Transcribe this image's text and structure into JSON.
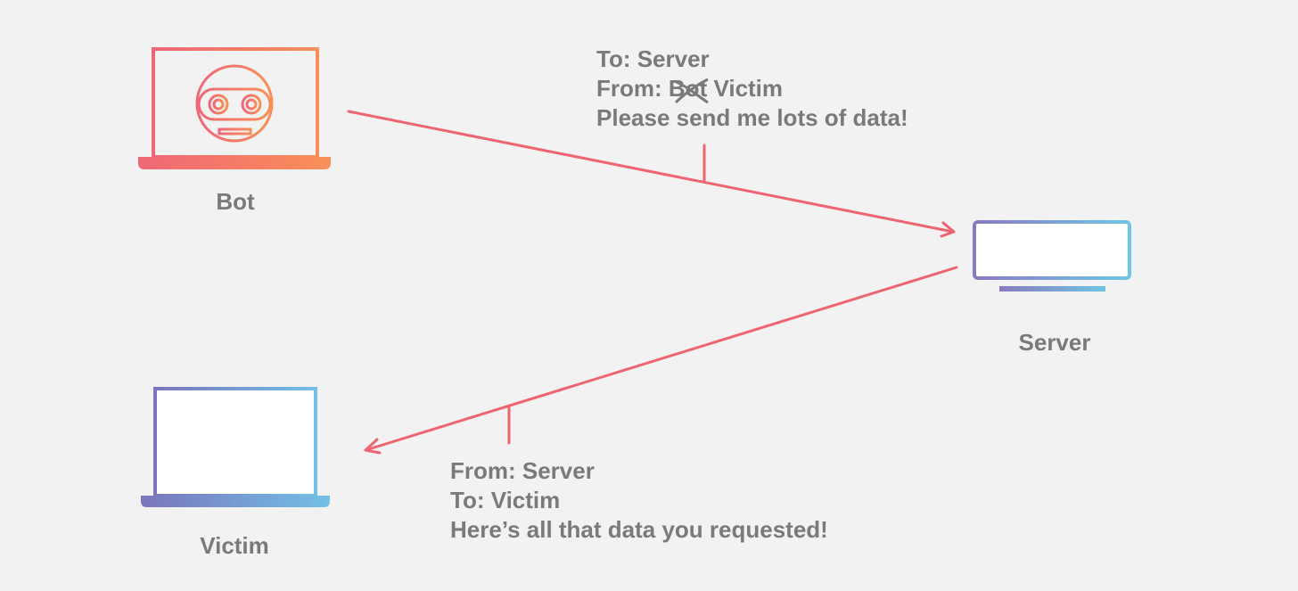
{
  "nodes": {
    "bot": {
      "label": "Bot"
    },
    "server": {
      "label": "Server"
    },
    "victim": {
      "label": "Victim"
    }
  },
  "request": {
    "to": "To: Server",
    "from_prefix": "From:",
    "spoofed_sender": "Bot",
    "real_sender": "Victim",
    "body": "Please send me lots of data!"
  },
  "response": {
    "from": "From: Server",
    "to": "To: Victim",
    "body": "Here’s all that data you requested!"
  },
  "colors": {
    "background": "#f2f2f2",
    "arrow": "#ee6470",
    "text": "#7a7a7a",
    "bot_gradient": [
      "#ef6777",
      "#f98f58"
    ],
    "victim_gradient": [
      "#7a75bd",
      "#72c0e6"
    ],
    "server_gradient": [
      "#8a7ac0",
      "#6ec6e6"
    ]
  },
  "icons": {
    "bot_device": "laptop-with-robot-icon",
    "server_device": "server-rack-icon",
    "victim_device": "laptop-icon"
  }
}
